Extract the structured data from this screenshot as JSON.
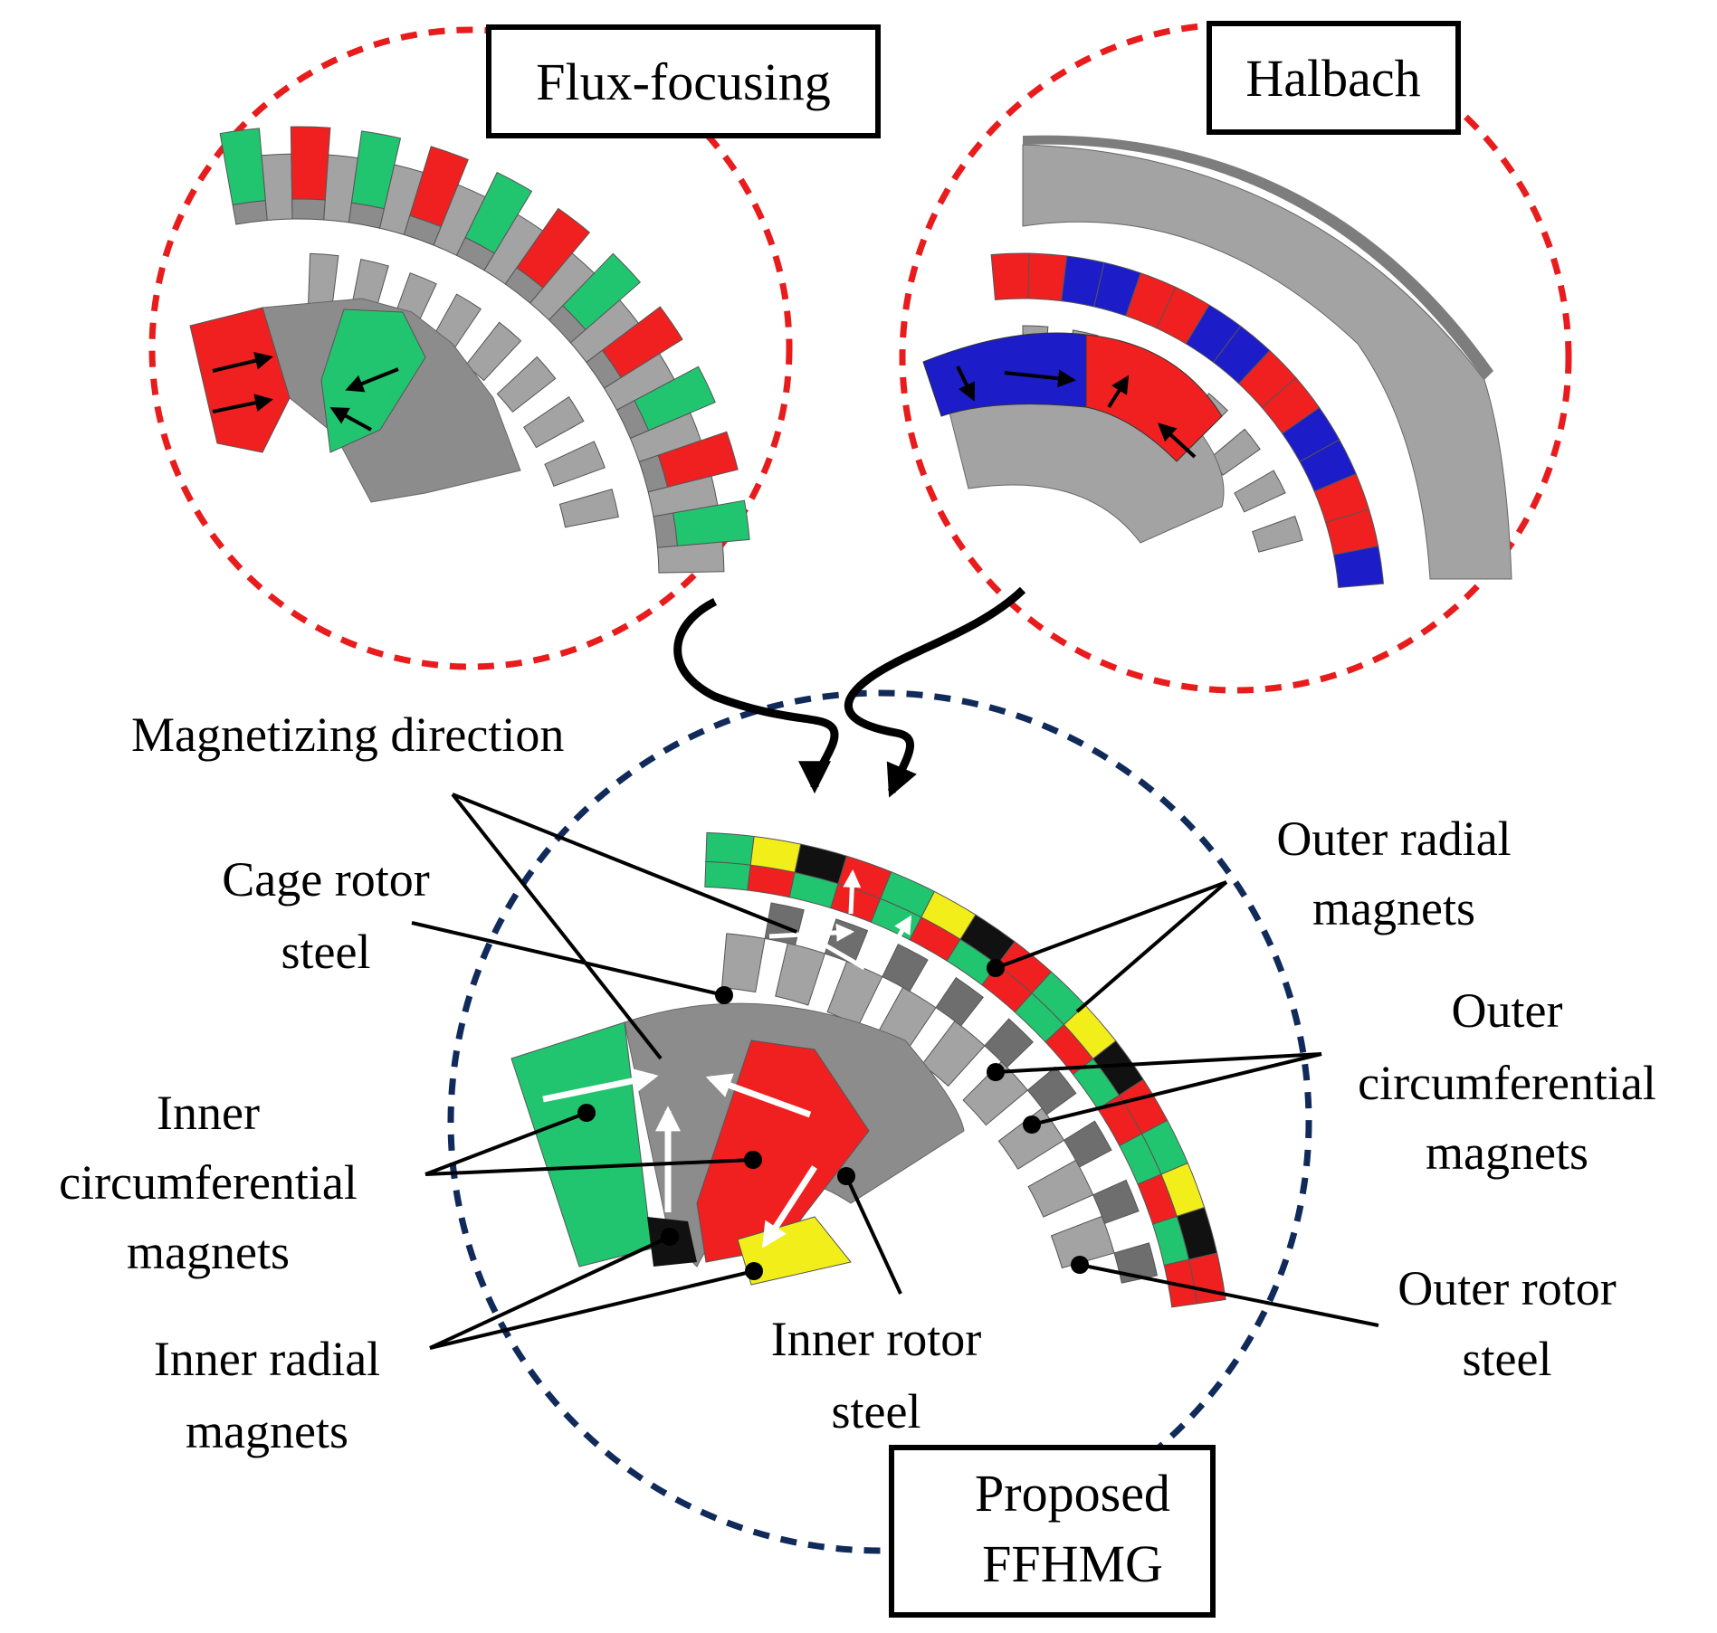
{
  "boxes": {
    "flux_focusing": "Flux-focusing",
    "halbach": "Halbach",
    "proposed_line1": "Proposed",
    "proposed_line2": "FFHMG"
  },
  "labels": {
    "magnetizing_direction": "Magnetizing direction",
    "cage_rotor_steel_1": "Cage rotor",
    "cage_rotor_steel_2": "steel",
    "outer_radial_1": "Outer radial",
    "outer_radial_2": "magnets",
    "outer_circ_1": "Outer",
    "outer_circ_2": "circumferential",
    "outer_circ_3": "magnets",
    "inner_circ_1": "Inner",
    "inner_circ_2": "circumferential",
    "inner_circ_3": "magnets",
    "inner_radial_1": "Inner radial",
    "inner_radial_2": "magnets",
    "inner_rotor_steel_1": "Inner rotor",
    "inner_rotor_steel_2": "steel",
    "outer_rotor_steel_1": "Outer rotor",
    "outer_rotor_steel_2": "steel"
  },
  "colors": {
    "magnet_red": "#f02020",
    "magnet_green": "#22c56f",
    "magnet_blue": "#1c1cc8",
    "magnet_yellow": "#f2ee1a",
    "magnet_black": "#111111",
    "steel_light": "#a3a3a3",
    "steel_mid": "#8c8c8c",
    "steel_dark": "#6e6e6e",
    "dash_red": "#e81c1c",
    "dash_navy": "#102a5a"
  }
}
